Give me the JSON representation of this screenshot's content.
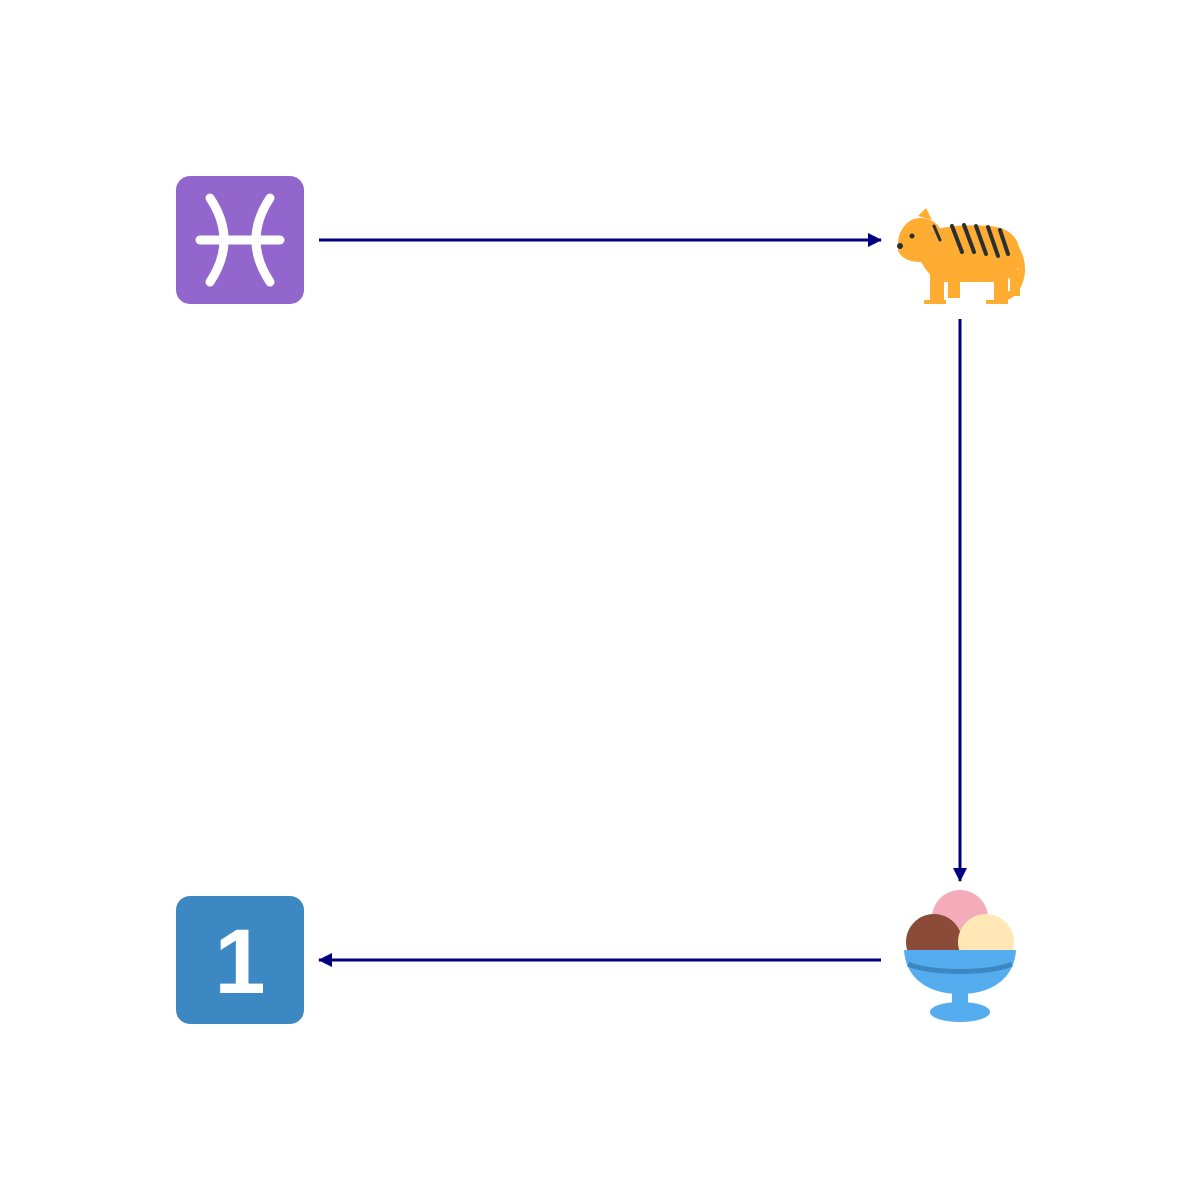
{
  "diagram": {
    "type": "flow",
    "nodes": [
      {
        "id": "pisces",
        "icon": "pisces-zodiac-icon",
        "color": "#9266CC"
      },
      {
        "id": "tiger",
        "icon": "tiger-icon",
        "color": "#FFAC33"
      },
      {
        "id": "ice_cream",
        "icon": "ice-cream-sundae-icon",
        "color": "#55ACEE"
      },
      {
        "id": "keycap_one",
        "icon": "keycap-digit-one-icon",
        "color": "#3B88C3",
        "label": "1"
      }
    ],
    "edges": [
      {
        "from": "pisces",
        "to": "tiger",
        "color": "#000080"
      },
      {
        "from": "tiger",
        "to": "ice_cream",
        "color": "#000080"
      },
      {
        "from": "ice_cream",
        "to": "keycap_one",
        "color": "#000080"
      }
    ]
  }
}
